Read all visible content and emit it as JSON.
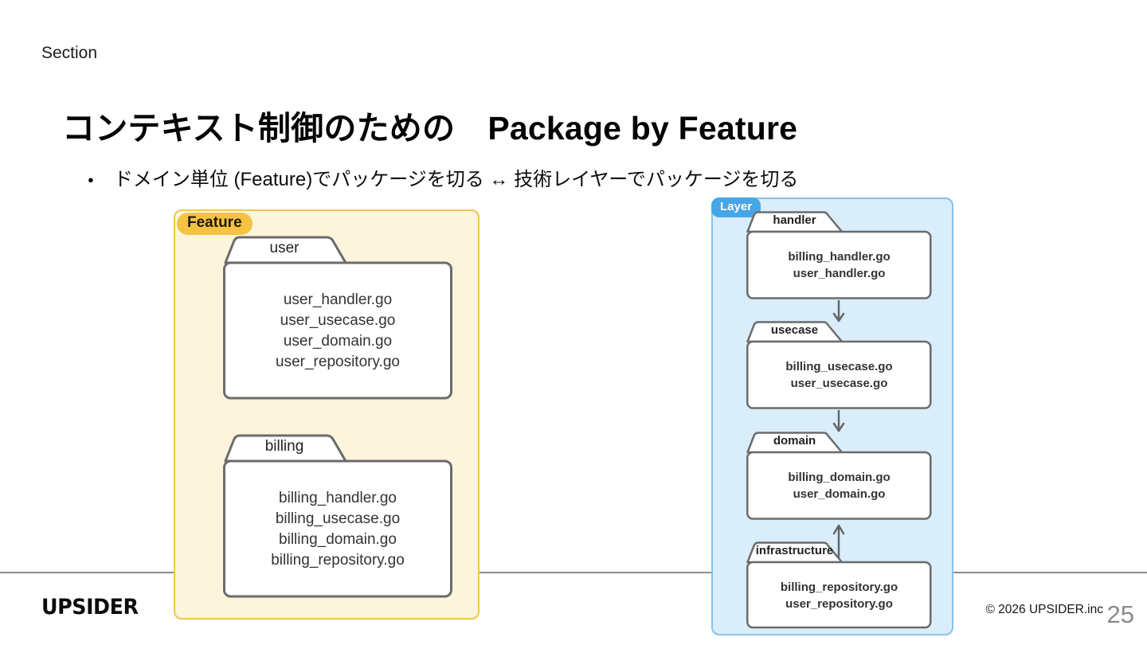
{
  "header": {
    "section_label": "Section",
    "title": "コンテキスト制御のための　Package by Feature",
    "bullet": "ドメイン単位 (Feature)でパッケージを切る ↔ 技術レイヤーでパッケージを切る"
  },
  "feature_diagram": {
    "tag_label": "Feature",
    "colors": {
      "background": "#FCF4DB",
      "border": "#F0C64F",
      "tag_background": "#F5C342",
      "tag_text": "#201A00",
      "folder_stroke": "#6B6B6B"
    },
    "folders": [
      {
        "name": "user",
        "files": [
          "user_handler.go",
          "user_usecase.go",
          "user_domain.go",
          "user_repository.go"
        ]
      },
      {
        "name": "billing",
        "files": [
          "billing_handler.go",
          "billing_usecase.go",
          "billing_domain.go",
          "billing_repository.go"
        ]
      }
    ]
  },
  "layer_diagram": {
    "tag_label": "Layer",
    "colors": {
      "background": "#D9EDFB",
      "border": "#85C2EA",
      "tag_background": "#45A6E8",
      "tag_text": "#FFFFFF",
      "folder_stroke": "#6B6B6B",
      "arrow_stroke": "#666666"
    },
    "folders": [
      {
        "name": "handler",
        "files": [
          "billing_handler.go",
          "user_handler.go"
        ]
      },
      {
        "name": "usecase",
        "files": [
          "billing_usecase.go",
          "user_usecase.go"
        ]
      },
      {
        "name": "domain",
        "files": [
          "billing_domain.go",
          "user_domain.go"
        ]
      },
      {
        "name": "infrastructure",
        "files": [
          "billing_repository.go",
          "user_repository.go"
        ]
      }
    ],
    "arrows": [
      {
        "from": "handler",
        "to": "usecase",
        "direction": "down"
      },
      {
        "from": "usecase",
        "to": "domain",
        "direction": "down"
      },
      {
        "from": "infrastructure",
        "to": "domain",
        "direction": "up"
      }
    ]
  },
  "footer": {
    "logo_text": "UPSIDER",
    "copyright": "© 2026 UPSIDER.inc",
    "page_number": "25",
    "divider_color": "#8D8D8D"
  }
}
